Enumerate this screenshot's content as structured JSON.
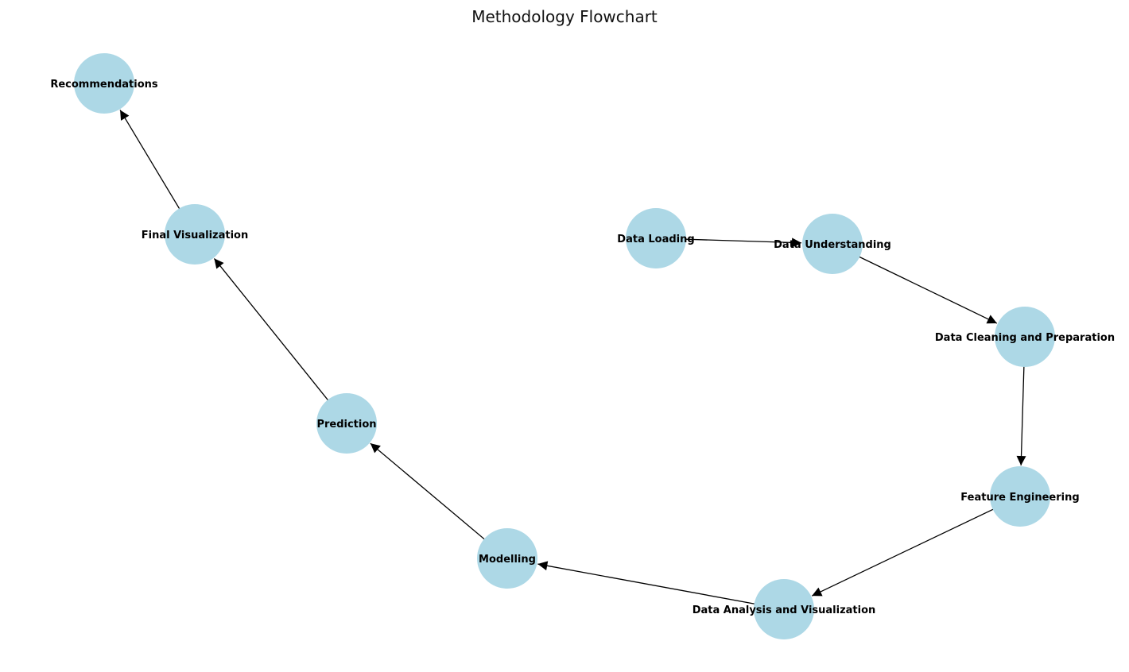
{
  "diagram": {
    "title": "Methodology Flowchart",
    "node_color": "#add8e6",
    "edge_color": "#000000",
    "nodes": [
      {
        "id": "data-loading",
        "label": "Data Loading"
      },
      {
        "id": "data-understanding",
        "label": "Data Understanding"
      },
      {
        "id": "data-cleaning",
        "label": "Data Cleaning and Preparation"
      },
      {
        "id": "feature-engineering",
        "label": "Feature Engineering"
      },
      {
        "id": "data-analysis",
        "label": "Data Analysis and Visualization"
      },
      {
        "id": "modelling",
        "label": "Modelling"
      },
      {
        "id": "prediction",
        "label": "Prediction"
      },
      {
        "id": "final-visualization",
        "label": "Final Visualization"
      },
      {
        "id": "recommendations",
        "label": "Recommendations"
      }
    ],
    "edges": [
      {
        "from": "data-loading",
        "to": "data-understanding"
      },
      {
        "from": "data-understanding",
        "to": "data-cleaning"
      },
      {
        "from": "data-cleaning",
        "to": "feature-engineering"
      },
      {
        "from": "feature-engineering",
        "to": "data-analysis"
      },
      {
        "from": "data-analysis",
        "to": "modelling"
      },
      {
        "from": "modelling",
        "to": "prediction"
      },
      {
        "from": "prediction",
        "to": "final-visualization"
      },
      {
        "from": "final-visualization",
        "to": "recommendations"
      }
    ]
  }
}
